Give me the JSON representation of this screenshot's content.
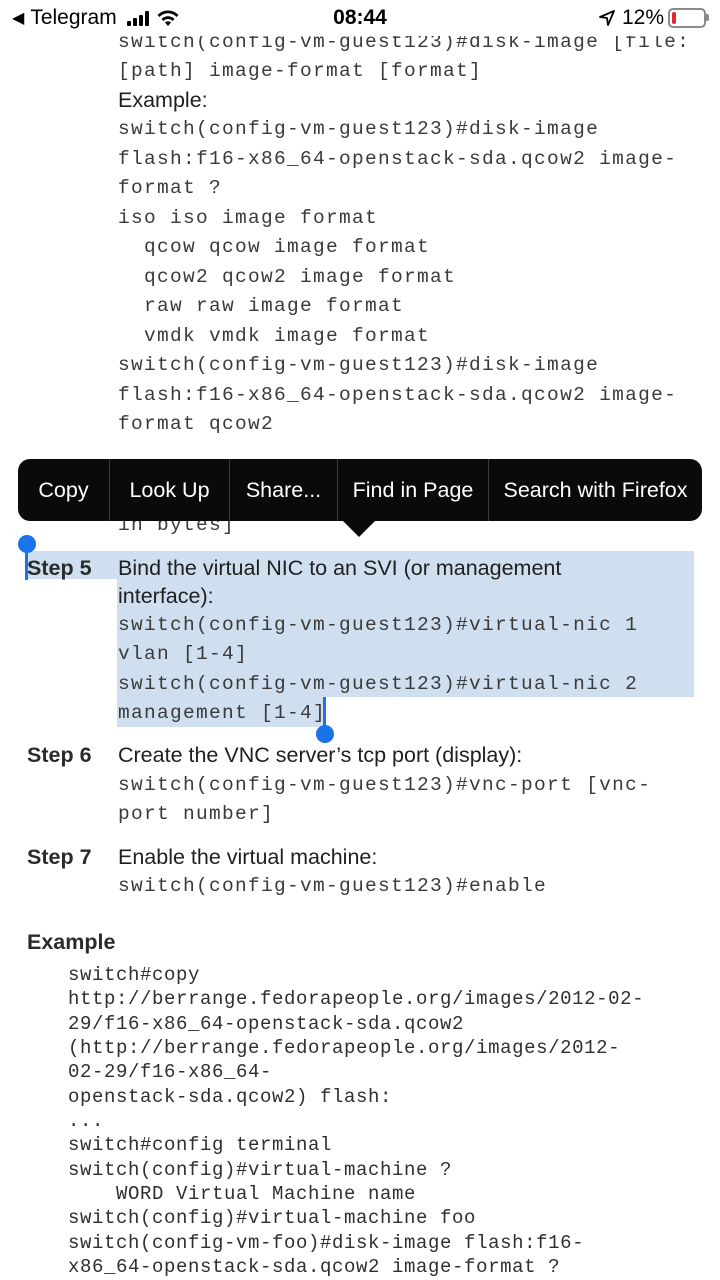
{
  "status_bar": {
    "back_app": "Telegram",
    "time": "08:44",
    "battery_percent": "12%",
    "battery_level": 0.12,
    "back_icon": "back-arrow-icon",
    "signal_icon": "cellular-signal-icon",
    "wifi_icon": "wifi-icon",
    "location_icon": "location-arrow-icon",
    "battery_color": "#e0292b"
  },
  "top_code": [
    "switch(config-vm-guest123)#disk-image [file:",
    "[path] image-format [format]"
  ],
  "example_label": "Example:",
  "example_code": [
    "switch(config-vm-guest123)#disk-image",
    "flash:f16-x86_64-openstack-sda.qcow2 image-",
    "format ?",
    "iso iso image format",
    "  qcow qcow image format",
    "  qcow2 qcow2 image format",
    "  raw raw image format",
    "  vmdk vmdk image format",
    "switch(config-vm-guest123)#disk-image",
    "flash:f16-x86_64-openstack-sda.qcow2 image-",
    "format qcow2"
  ],
  "hidden_fragment": "in bytes]",
  "context_menu": {
    "items": [
      "Copy",
      "Look Up",
      "Share...",
      "Find in Page",
      "Search with Firefox"
    ],
    "background": "#0a0a0a"
  },
  "selection_color": "#cfdff0",
  "steps": [
    {
      "label": "Step 5",
      "text": [
        "Bind the virtual NIC to an SVI (or management",
        "interface):"
      ],
      "code": [
        "switch(config-vm-guest123)#virtual-nic 1",
        "vlan [1-4]",
        "switch(config-vm-guest123)#virtual-nic 2",
        "management [1-4]"
      ]
    },
    {
      "label": "Step 6",
      "text": [
        "Create the VNC server’s tcp port (display):"
      ],
      "code": [
        "switch(config-vm-guest123)#vnc-port [vnc-",
        "port number]"
      ]
    },
    {
      "label": "Step 7",
      "text": [
        "Enable the virtual machine:"
      ],
      "code": [
        "switch(config-vm-guest123)#enable"
      ]
    }
  ],
  "example_section": {
    "heading": "Example",
    "code": [
      "switch#copy",
      "http://berrange.fedorapeople.org/images/2012-02-",
      "29/f16-x86_64-openstack-sda.qcow2",
      "(http://berrange.fedorapeople.org/images/2012-",
      "02-29/f16-x86_64-",
      "openstack-sda.qcow2) flash:",
      "...",
      "switch#config terminal",
      "switch(config)#virtual-machine ?",
      "    WORD Virtual Machine name",
      "switch(config)#virtual-machine foo",
      "switch(config-vm-foo)#disk-image flash:f16-",
      "x86_64-openstack-sda.qcow2 image-format ?"
    ]
  }
}
